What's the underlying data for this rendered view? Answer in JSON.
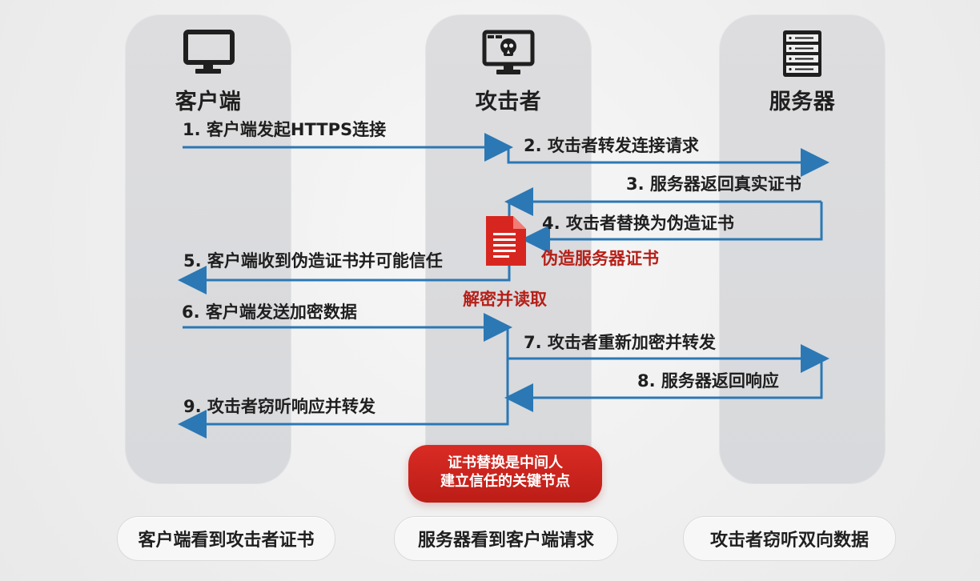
{
  "lanes": {
    "client": {
      "title": "客户端",
      "icon": "monitor-icon"
    },
    "attacker": {
      "title": "攻击者",
      "icon": "attacker-monitor-icon"
    },
    "server": {
      "title": "服务器",
      "icon": "server-icon"
    }
  },
  "steps": [
    "1. 客户端发起HTTPS连接",
    "2. 攻击者转发连接请求",
    "3. 服务器返回真实证书",
    "4. 攻击者替换为伪造证书",
    "5. 客户端收到伪造证书并可能信任",
    "6.  客户端发送加密数据",
    "7. 攻击者重新加密并转发",
    "8. 服务器返回响应",
    "9.  攻击者窃听响应并转发"
  ],
  "annotations": {
    "fake_cert": "伪造服务器证书",
    "decrypt_read": "解密并读取",
    "document_icon": "document-icon"
  },
  "callout": {
    "line1": "证书替换是中间人",
    "line2": "建立信任的关键节点"
  },
  "summary": [
    "客户端看到攻击者证书",
    "服务器看到客户端请求",
    "攻击者窃听双向数据"
  ],
  "colors": {
    "arrow_blue": "#2b78b5",
    "accent_red": "#c22019",
    "lane_gray": "#d9dadd",
    "text_dark": "#1f1f1f"
  }
}
